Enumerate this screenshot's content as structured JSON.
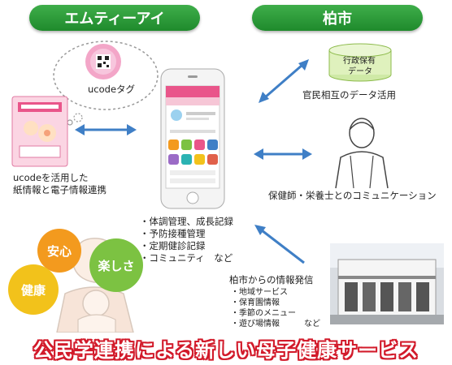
{
  "headers": {
    "left": "エムティーアイ",
    "right": "柏市"
  },
  "ucode_tag": {
    "label": "ucodeタグ"
  },
  "booklet": {
    "caption_line1": "ucodeを活用した",
    "caption_line2": "紙情報と電子情報連携"
  },
  "database": {
    "line1": "行政保有",
    "line2": "データ",
    "caption": "官民相互のデータ活用"
  },
  "person": {
    "caption": "保健師・栄養士とのコミュニケーション"
  },
  "features": [
    "・体調管理、成長記録",
    "・予防接種管理",
    "・定期健診記録",
    "・コミュニティ　など"
  ],
  "city_info": {
    "title": "柏市からの情報発信",
    "items": [
      "・地域サービス",
      "・保育園情報",
      "・季節のメニュー",
      "・遊び場情報　　　など"
    ]
  },
  "circles": {
    "anshin": "安心",
    "tanoshisa": "楽しさ",
    "kenkou": "健康"
  },
  "main_title": "公民学連携による新しい母子健康サービス",
  "colors": {
    "header_green": "#2e9b3a",
    "arrow_blue": "#3f7fc6",
    "anshin_orange": "#f39a1e",
    "tanoshisa_green": "#7cc242",
    "kenkou_yellow": "#f2c21b",
    "title_red": "#d21a2a"
  }
}
